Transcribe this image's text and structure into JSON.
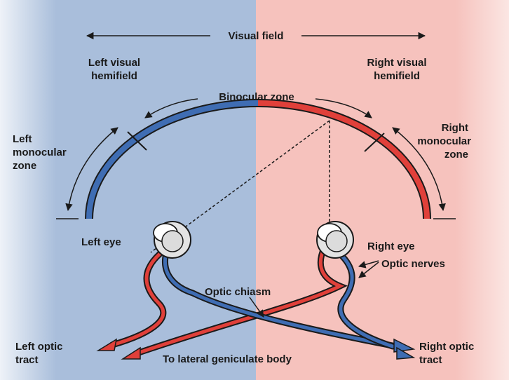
{
  "labels": {
    "visual_field": "Visual field",
    "left_hemifield_line1": "Left visual",
    "left_hemifield_line2": "hemifield",
    "right_hemifield_line1": "Right visual",
    "right_hemifield_line2": "hemifield",
    "binocular_zone": "Binocular zone",
    "left_monocular_line1": "Left",
    "left_monocular_line2": "monocular",
    "left_monocular_line3": "zone",
    "right_monocular_line1": "Right",
    "right_monocular_line2": "monocular",
    "right_monocular_line3": "zone",
    "left_eye": "Left eye",
    "right_eye": "Right eye",
    "optic_nerves": "Optic nerves",
    "optic_chiasm": "Optic chiasm",
    "left_optic_tract_line1": "Left optic",
    "left_optic_tract_line2": "tract",
    "right_optic_tract_line1": "Right optic",
    "right_optic_tract_line2": "tract",
    "lateral_geniculate": "To lateral geniculate body"
  },
  "colors": {
    "left_field_bg": "#a9bedb",
    "right_field_bg": "#f6c2bd",
    "blue_pathway": "#3f6db3",
    "red_pathway": "#e0403a",
    "outline": "#1a1a1a",
    "eyeball": "#e3e3e3"
  }
}
